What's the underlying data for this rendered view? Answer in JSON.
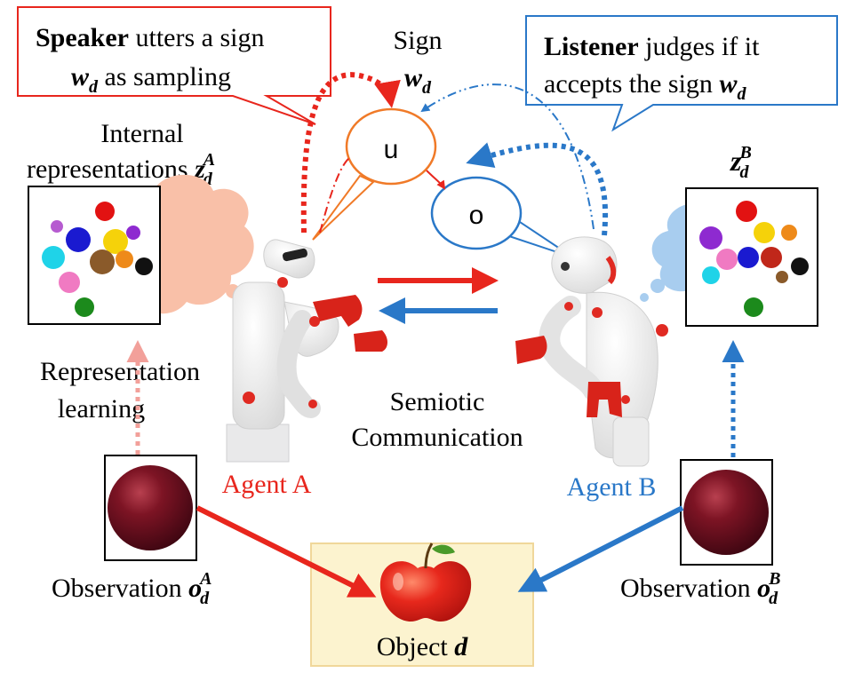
{
  "speaker_box": {
    "bold": "Speaker",
    "line1_rest": " utters a sign",
    "var": "w",
    "sub": "d",
    "line2_rest": "  as sampling"
  },
  "listener_box": {
    "bold": "Listener",
    "line1_rest": " judges if it",
    "line2": "accepts the sign ",
    "var": "w",
    "sub": "d"
  },
  "sign_label": {
    "line1": "Sign",
    "var": "w",
    "sub": "d"
  },
  "bubble_u": "u",
  "bubble_o": "o",
  "internal_rep_a": {
    "line1": "Internal",
    "line2": "representations ",
    "var": "z",
    "sub": "d",
    "sup": "A"
  },
  "internal_rep_b": {
    "var": "z",
    "sub": "d",
    "sup": "B"
  },
  "rep_learning": {
    "line1": "Representation",
    "line2": "learning"
  },
  "semiotic": {
    "line1": "Semiotic",
    "line2": "Communication"
  },
  "agent_a": "Agent A",
  "agent_b": "Agent B",
  "observation_a": {
    "text": "Observation ",
    "var": "o",
    "sub": "d",
    "sup": "A"
  },
  "observation_b": {
    "text": "Observation ",
    "var": "o",
    "sub": "d",
    "sup": "B"
  },
  "object": {
    "text": "Object ",
    "var": "d"
  },
  "colors": {
    "speaker_red": "#e8261d",
    "listener_blue": "#2a78c8",
    "bubble_orange": "#f07a28",
    "object_bg": "#fcf3cf",
    "apple_red": "#d8231a",
    "plum": "#6a0c1d"
  }
}
